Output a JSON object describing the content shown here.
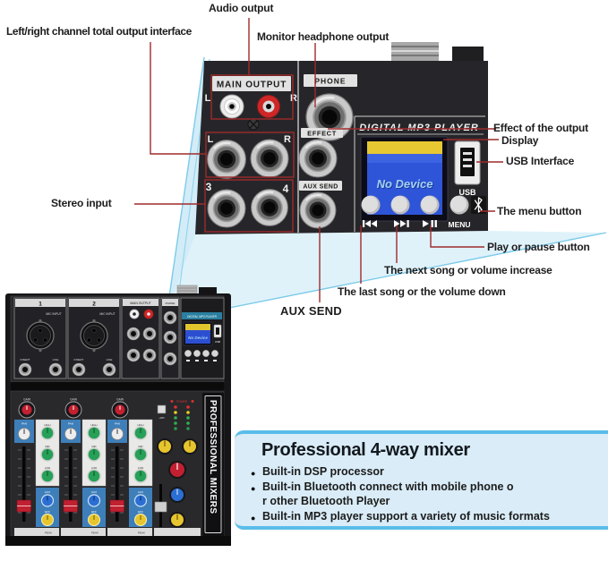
{
  "callouts": {
    "audio_output": "Audio output",
    "lr_channel": "Left/right channel total output interface",
    "monitor_headphone": "Monitor headphone output",
    "effect_output": "Effect of the output",
    "display": "Display",
    "usb_interface": "USB Interface",
    "menu_button": "The menu button",
    "play_pause": "Play or pause button",
    "next_song": "The next song or volume increase",
    "last_song": "The last song or the volume down",
    "aux_send": "AUX SEND",
    "stereo_input": "Stereo input"
  },
  "panel": {
    "main_output": "MAIN OUTPUT",
    "phone": "PHONE",
    "effect": "EFFECT",
    "aux_send": "AUX SEND",
    "rca_left": "L",
    "rca_right": "R",
    "jack_left": "L",
    "jack_right": "R",
    "jack_3": "3",
    "jack_4": "4",
    "mp3_header": "DIGITAL MP3 PLAYER",
    "display_text": "No Device",
    "usb": "USB",
    "menu": "MENU"
  },
  "mixer": {
    "ch1": "1",
    "ch2": "2",
    "mic_input": "MIC INPUT",
    "insert": "INSERT",
    "line": "LINE",
    "main_output": "MAIN OUTPUT",
    "phone": "PHONE",
    "mp3_header": "DIGITAL MP3 PLAYER",
    "display_text": "No Device",
    "usb": "USB",
    "gain": "GAIN",
    "pan": "PAN",
    "high": "HIGH",
    "mid": "MID",
    "low": "LOW",
    "aux": "AUX",
    "eff": "EFF",
    "peak": "PEAK",
    "power": "POWER",
    "phantom": "+48V",
    "brand": "PROFESSIONAL MIXERS"
  },
  "info_box": {
    "title": "Professional 4-way mixer",
    "bullets": [
      "Built-in DSP processor",
      "Built-in Bluetooth connect with mobile phone o\nr other Bluetooth Player",
      "Built-in MP3 player support a variety of music formats"
    ]
  },
  "colors": {
    "callout_red": "#9e2b2b",
    "wedge_blue": "#7ccbea",
    "infobox_bg": "#d9ecf7",
    "infobox_border": "#5abde9",
    "display_blue": "#2e55d8",
    "display_yellow": "#e8c832",
    "panel_black": "#26262a"
  }
}
